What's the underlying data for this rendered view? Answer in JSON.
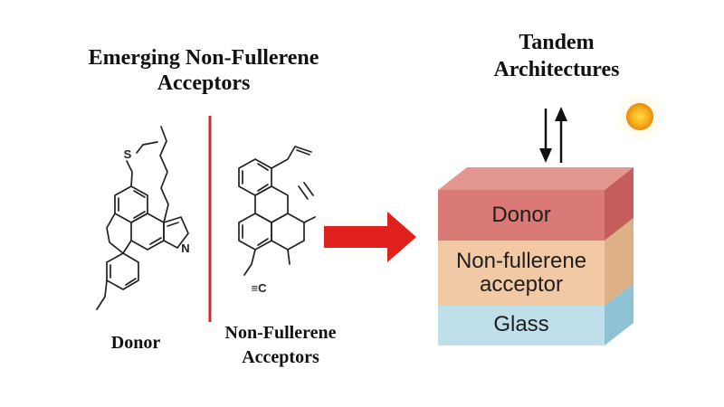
{
  "title": {
    "line1": "Emerging Non-Fullerene",
    "line2": "Acceptors"
  },
  "tandem": {
    "line1": "Tandem",
    "line2": "Architectures"
  },
  "donor_molecule": {
    "label": "Donor",
    "atoms": {
      "sulfur": "S",
      "nitrogen": "N"
    }
  },
  "acceptor_molecule": {
    "label_line1": "Non-Fullerene",
    "label_line2": "Acceptors",
    "alkyne": "≡C"
  },
  "device_stack": {
    "layers": [
      {
        "label": "Donor",
        "color": "#d97a76"
      },
      {
        "label_line1": "Non-fullerene",
        "label_line2": "acceptor",
        "color": "#f1c9a4"
      },
      {
        "label": "Glass",
        "color": "#bfdfea"
      }
    ]
  },
  "colors": {
    "arrow": "#e0201c",
    "divider": "#d42a2a",
    "sun": "#f5b21c"
  }
}
